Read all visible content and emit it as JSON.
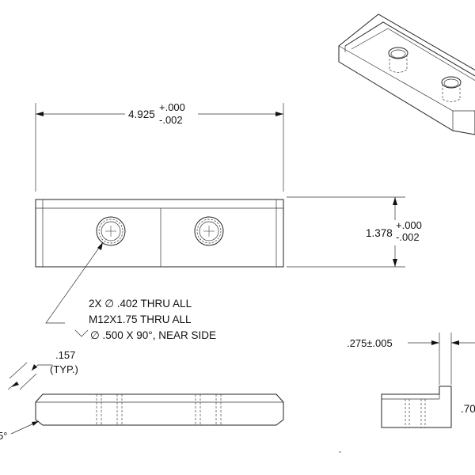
{
  "dimensions": {
    "length": {
      "base": "4.925",
      "tol_plus": "+.000",
      "tol_minus": "-.002"
    },
    "height": {
      "base": "1.378",
      "tol_plus": "+.000",
      "tol_minus": "-.002"
    },
    "chamfer": {
      "size": ".157",
      "note": "(TYP.)",
      "angle_partial": "5°"
    },
    "step_width": ".275±.005",
    "step_height_partial": ".70"
  },
  "hole_callout": {
    "line1": "2X  ∅  .402 THRU ALL",
    "line2": "M12X1.75  THRU ALL",
    "line3": "∅  .500 X 90°, NEAR SIDE"
  }
}
